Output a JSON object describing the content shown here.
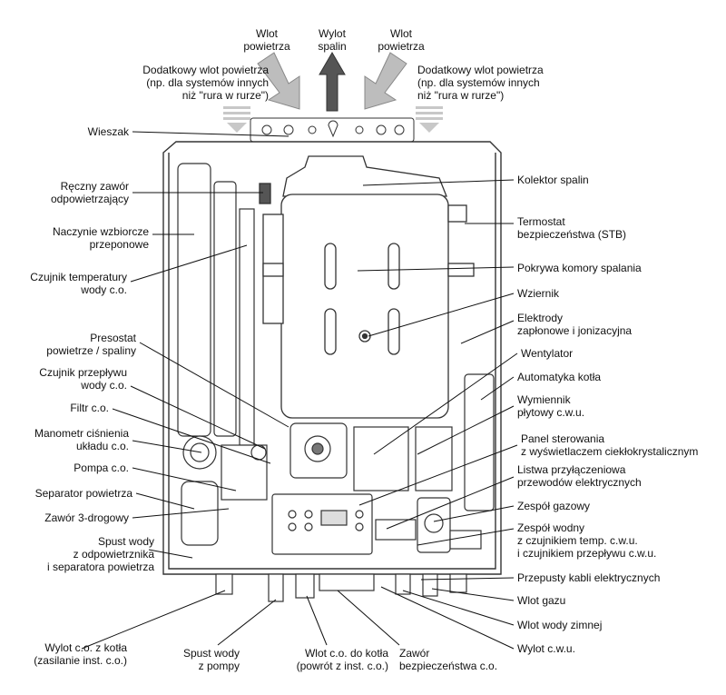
{
  "labels_top": {
    "air_in_left": "Wlot\npowietrza",
    "flue_out": "Wylot\nspalin",
    "air_in_right": "Wlot\npowietrza",
    "extra_air_left": "Dodatkowy wlot powietrza\n(np. dla systemów innych\nniż \"rura w rurze\")",
    "extra_air_right": "Dodatkowy wlot powietrza\n(np. dla systemów innych\nniż \"rura w rurze\")"
  },
  "labels_left": [
    "Wieszak",
    "Ręczny zawór\nodpowietrzający",
    "Naczynie wzbiorcze\nprzeponowe",
    "Czujnik temperatury\nwody c.o.",
    "Presostat\npowietrze / spaliny",
    "Czujnik przepływu\nwody c.o.",
    "Filtr c.o.",
    "Manometr ciśnienia\nukładu c.o.",
    "Pompa c.o.",
    "Separator powietrza",
    "Zawór 3-drogowy",
    "Spust wody\nz odpowietrznika\ni separatora powietrza"
  ],
  "labels_right": [
    "Kolektor spalin",
    "Termostat\nbezpieczeństwa (STB)",
    "Pokrywa komory spalania",
    "Wziernik",
    "Elektrody\nzapłonowe i jonizacyjna",
    "Wentylator",
    "Automatyka kotła",
    "Wymiennik\npłytowy c.w.u.",
    "Panel sterowania\nz wyświetlaczem ciekłokrystalicznym",
    "Listwa przyłączeniowa\nprzewodów elektrycznych",
    "Zespół gazowy",
    "Zespół wodny\nz czujnikiem temp. c.w.u.\ni czujnikiem przepływu c.w.u.",
    "Przepusty kabli elektrycznych",
    "Wlot gazu",
    "Wlot wody zimnej",
    "Wylot c.w.u."
  ],
  "labels_bottom": [
    "Wylot c.o. z kotła\n(zasilanie inst. c.o.)",
    "Spust wody\nz pompy",
    "Wlot c.o. do kotła\n(powrót z inst. c.o.)",
    "Zawór\nbezpieczeństwa c.o."
  ]
}
